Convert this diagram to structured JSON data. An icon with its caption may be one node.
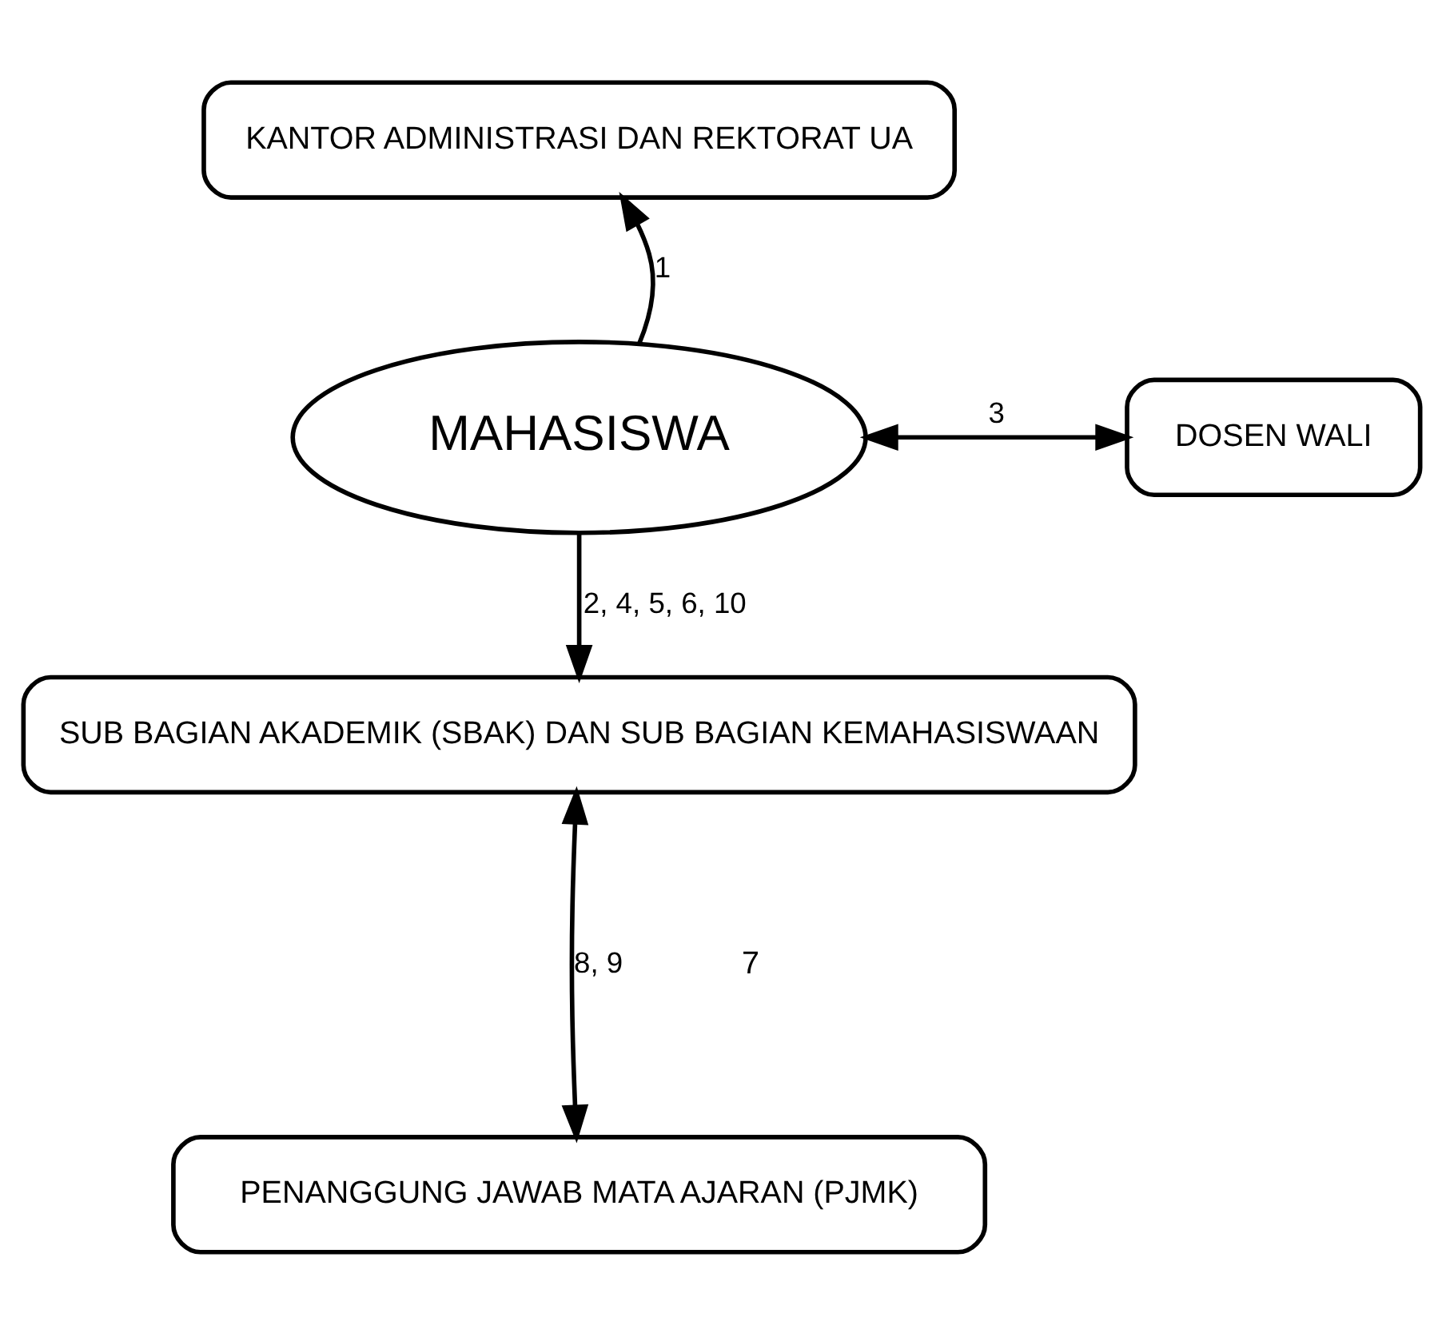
{
  "diagram": {
    "nodes": [
      {
        "text": [
          "KANTOR ADMINISTRASI DAN REKTORAT UA"
        ]
      },
      {
        "text": [
          "MAHASISWA"
        ]
      },
      {
        "text": [
          "DOSEN WALI"
        ]
      },
      {
        "text": [
          "SUB BAGIAN AKADEMIK (SBAK) DAN SUB BAGIAN KEMAHASISWAAN"
        ]
      },
      {
        "text": [
          "PENANGGUNG JAWAB MATA AJARAN (PJMK)"
        ]
      }
    ],
    "edges": [
      {
        "from": 1,
        "to": 0,
        "arrow": "to",
        "label": "1"
      },
      {
        "from": 1,
        "to": 2,
        "arrow": "both",
        "label": "3"
      },
      {
        "from": 1,
        "to": 3,
        "arrow": "to",
        "label": "2, 4, 5, 6, 10"
      },
      {
        "from": 3,
        "to": 4,
        "arrow": "both",
        "label": "8, 9"
      }
    ],
    "labels": [
      "7"
    ]
  }
}
